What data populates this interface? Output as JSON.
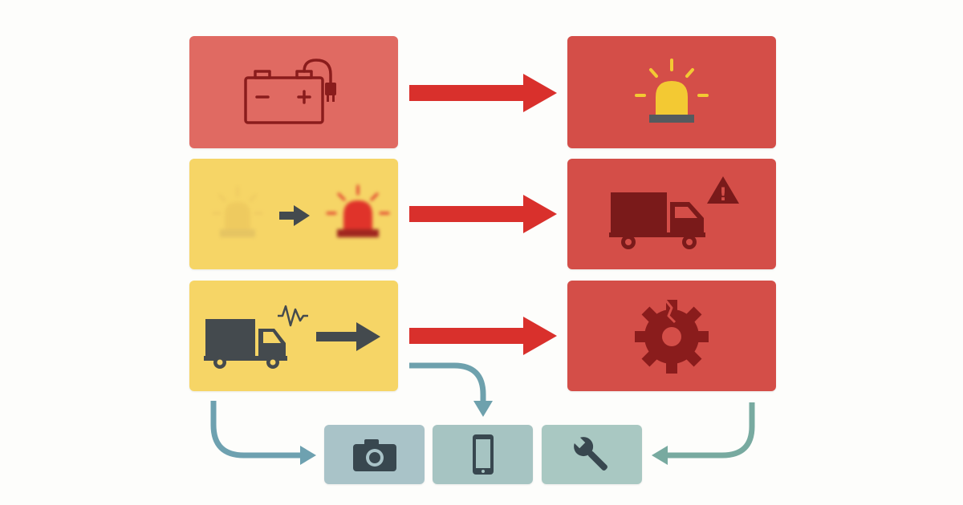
{
  "colors": {
    "background": "#fdfdfb",
    "red_box_light": "#e06a62",
    "red_box": "#d44e48",
    "yellow_box": "#f6d566",
    "teal_box_1": "#a9c3c8",
    "teal_box_2": "#a6c4c2",
    "teal_box_3": "#a9c8c2",
    "red_arrow": "#d9302c",
    "teal_arrow_1": "#6ea1b0",
    "teal_arrow_2": "#6ea1ad",
    "teal_arrow_3": "#78aaa0",
    "dark_icon": "#444a4e",
    "dark_red_icon": "#8a1c1c",
    "beacon_yellow": "#f3c933",
    "beacon_red": "#e0332a"
  },
  "sources": [
    {
      "id": "battery-charging",
      "icon": "battery-plug-icon"
    },
    {
      "id": "warning-light-escalation",
      "icon": "beacon-escalation-icon"
    },
    {
      "id": "truck-vibration",
      "icon": "truck-vibration-icon"
    }
  ],
  "outcomes": [
    {
      "id": "alarm-beacon",
      "icon": "alarm-beacon-icon"
    },
    {
      "id": "truck-warning",
      "icon": "truck-warning-icon"
    },
    {
      "id": "broken-gear",
      "icon": "broken-gear-icon"
    }
  ],
  "actions": [
    {
      "id": "photo",
      "icon": "camera-icon"
    },
    {
      "id": "mobile",
      "icon": "smartphone-icon"
    },
    {
      "id": "repair",
      "icon": "wrench-icon"
    }
  ],
  "warning_symbol": "!"
}
